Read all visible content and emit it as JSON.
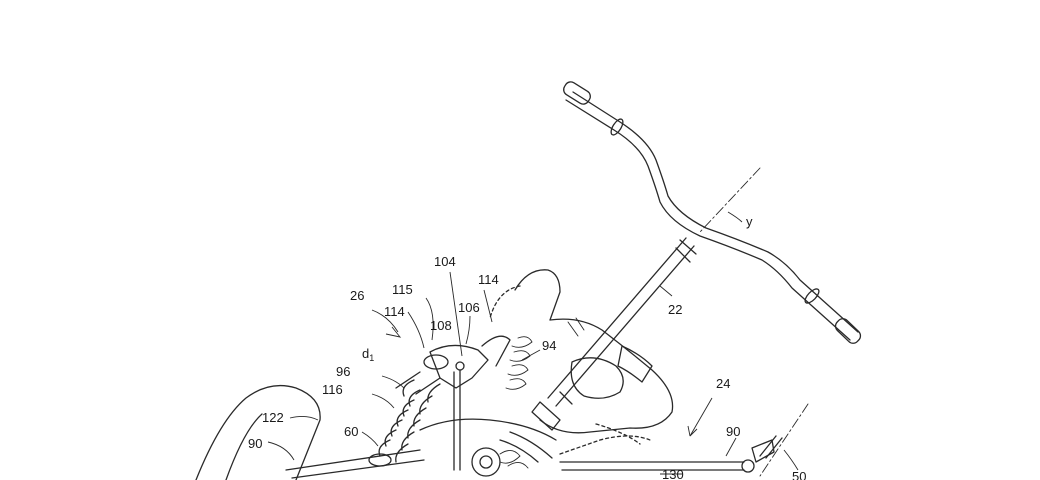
{
  "labels": {
    "y": "y",
    "n22": "22",
    "n24": "24",
    "n26": "26",
    "n104": "104",
    "n115": "115",
    "n114a": "114",
    "n114b": "114",
    "n106": "106",
    "n108": "108",
    "d1": "d",
    "d1_sub": "1",
    "n94": "94",
    "n96": "96",
    "n116": "116",
    "n122": "122",
    "n90a": "90",
    "n90b": "90",
    "n60": "60",
    "n130": "130",
    "n50": "50"
  }
}
